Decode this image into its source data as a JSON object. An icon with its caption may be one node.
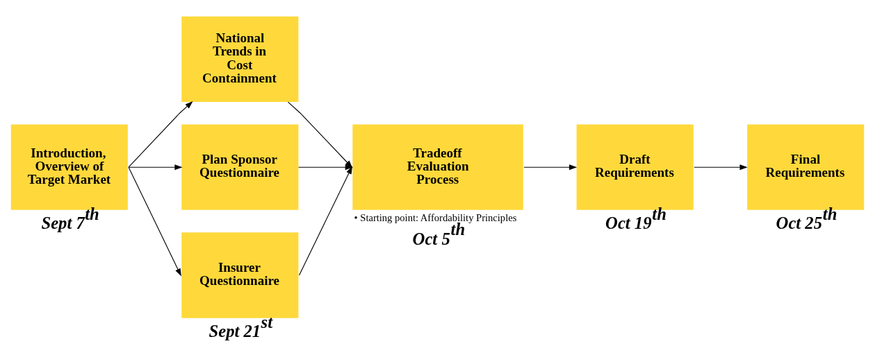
{
  "diagram": {
    "nodes": [
      {
        "text": [
          "Introduction, Overview of Target Market"
        ],
        "beside": [
          "Sept 7$^{th}$"
        ]
      },
      {
        "text": [
          "National Trends in Cost Containment"
        ]
      },
      {
        "text": [
          "Plan Sponsor Questionnaire"
        ]
      },
      {
        "text": [
          "Insurer Questionnaire"
        ],
        "beside": [
          "Sept 21$^{st}$"
        ]
      },
      {
        "text": [
          "Tradeoff Evaluation Process"
        ],
        "beside": [
          "• Starting point: Affordability Principles",
          "Oct 5$^{th}$"
        ]
      },
      {
        "text": [
          "Draft Requirements"
        ],
        "beside": [
          "Oct 19$^{th}$"
        ]
      },
      {
        "text": [
          "Final Requirements"
        ],
        "beside": [
          "Oct 25$^{th}$"
        ]
      }
    ],
    "edges": [
      {
        "from": 0,
        "to": 1,
        "arrow": "to"
      },
      {
        "from": 0,
        "to": 2,
        "arrow": "to"
      },
      {
        "from": 0,
        "to": 3,
        "arrow": "to"
      },
      {
        "from": 1,
        "to": 4,
        "arrow": "to"
      },
      {
        "from": 2,
        "to": 4,
        "arrow": "to"
      },
      {
        "from": 3,
        "to": 4,
        "arrow": "to"
      },
      {
        "from": 4,
        "to": 5,
        "arrow": "to"
      },
      {
        "from": 5,
        "to": 6,
        "arrow": "to"
      }
    ]
  }
}
